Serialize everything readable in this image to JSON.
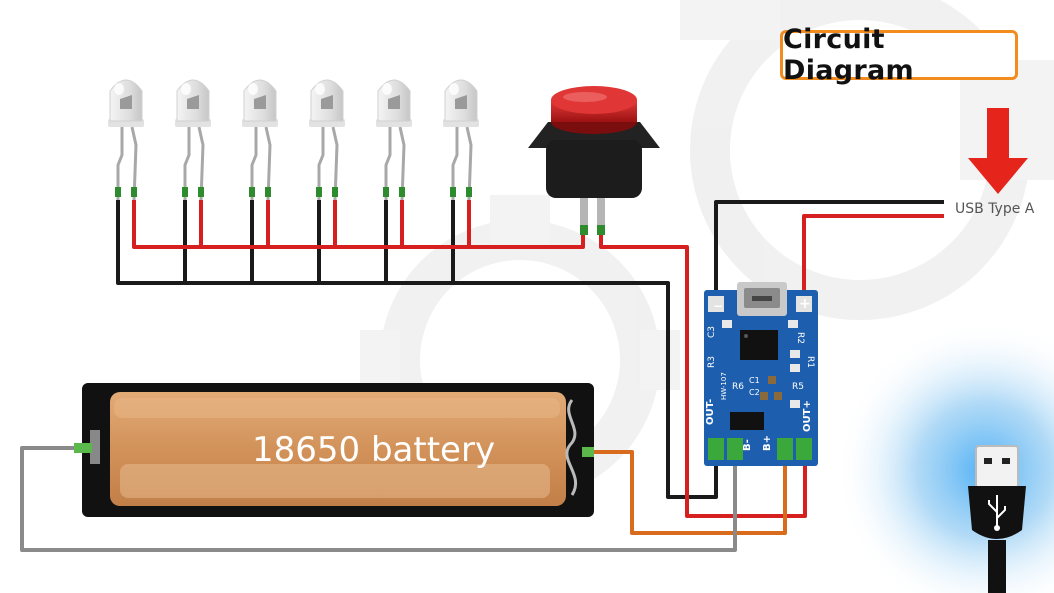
{
  "diagram": {
    "title": "Circuit Diagram",
    "usb_label": "USB Type A",
    "battery_label": "18650 battery",
    "pins": {
      "out_minus": "OUT-",
      "b_minus": "B-",
      "b_plus": "B+",
      "out_plus": "OUT+",
      "in_minus": "−",
      "in_plus": "+"
    },
    "pcb_markings": {
      "c3": "C3",
      "r3": "R3",
      "model": "HW-107",
      "r2": "R2",
      "r1": "R1",
      "r6": "R6",
      "c1": "C1",
      "c2": "C2",
      "r5": "R5"
    },
    "led_count": 6
  },
  "colors": {
    "accent_orange": "#f28c1e",
    "arrow_red": "#e5251b",
    "wire_red": "#d6201f",
    "wire_black": "#1a1a1a",
    "wire_orange": "#d86b1c",
    "wire_gray": "#8a8a8a",
    "pcb_blue": "#1d5fae",
    "battery_fill": "#d5965d"
  }
}
